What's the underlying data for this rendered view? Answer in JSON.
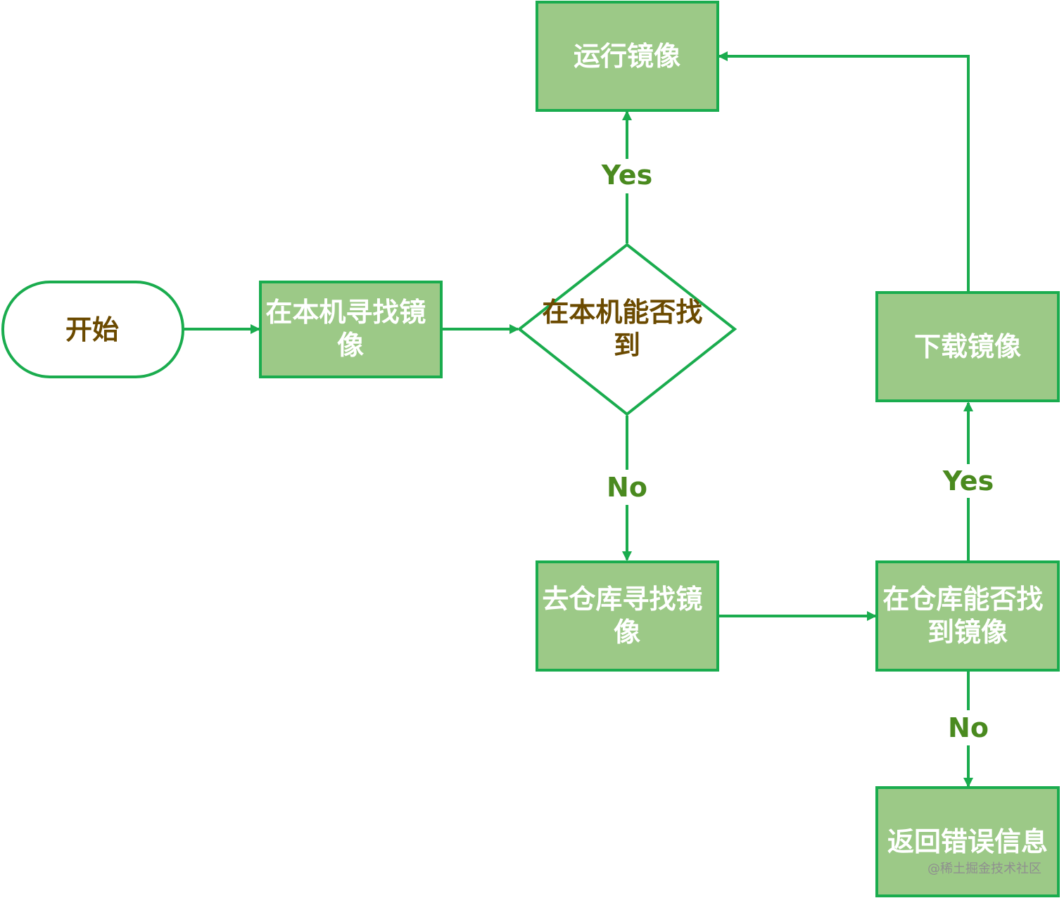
{
  "colors": {
    "stroke": "#1aac4e",
    "box_fill": "#9cc987",
    "node_text_white": "#ffffff",
    "node_text_brown": "#6b4a00",
    "edge_label": "#4a8a1f",
    "background": "#ffffff"
  },
  "nodes": {
    "start": {
      "shape": "terminal",
      "label": "开始"
    },
    "search_local": {
      "shape": "process",
      "lines": [
        "在本机寻找镜",
        "像"
      ]
    },
    "found_local": {
      "shape": "decision",
      "lines": [
        "在本机能否找",
        "到"
      ]
    },
    "run_image": {
      "shape": "process",
      "lines": [
        "运行镜像"
      ]
    },
    "search_repo": {
      "shape": "process",
      "lines": [
        "去仓库寻找镜",
        "像"
      ]
    },
    "found_repo": {
      "shape": "process",
      "lines": [
        "在仓库能否找",
        "到镜像"
      ]
    },
    "download": {
      "shape": "process",
      "lines": [
        "下载镜像"
      ]
    },
    "error": {
      "shape": "process",
      "lines": [
        "返回错误信息"
      ]
    }
  },
  "edges": {
    "local_yes": "Yes",
    "local_no": "No",
    "repo_yes": "Yes",
    "repo_no": "No"
  },
  "watermark": "@稀土掘金技术社区"
}
